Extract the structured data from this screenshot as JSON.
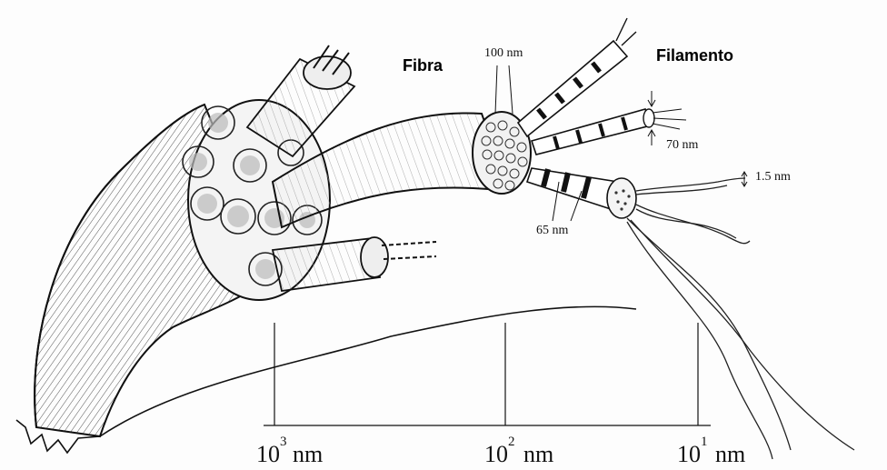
{
  "labels": {
    "fibra": "Fibra",
    "filamento": "Filamento",
    "d100": "100 nm",
    "d70": "70 nm",
    "d65": "65 nm",
    "d15": "1.5 nm"
  },
  "scale": {
    "ticks": [
      {
        "base": "10",
        "exp": "3",
        "unit": "nm"
      },
      {
        "base": "10",
        "exp": "2",
        "unit": "nm"
      },
      {
        "base": "10",
        "exp": "1",
        "unit": "nm"
      }
    ]
  },
  "colors": {
    "ink": "#111111",
    "paper": "#fdfdfd",
    "shade": "#8a8a8a"
  }
}
